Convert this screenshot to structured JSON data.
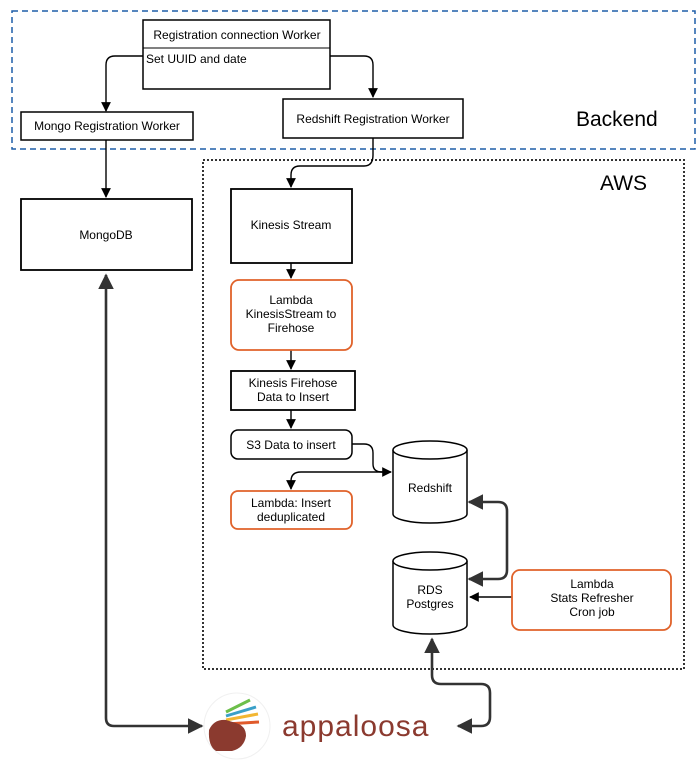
{
  "regions": {
    "backend": "Backend",
    "aws": "AWS"
  },
  "nodes": {
    "registration_worker": "Registration connection Worker",
    "set_uuid": "Set UUID and date",
    "mongo_worker": "Mongo Registration Worker",
    "redshift_worker": "Redshift Registration Worker",
    "mongodb": "MongoDB",
    "kinesis_stream": "Kinesis Stream",
    "lambda_kinesis": [
      "Lambda",
      "KinesisStream to",
      "Firehose"
    ],
    "kinesis_firehose": [
      "Kinesis Firehose",
      "Data to Insert"
    ],
    "s3": "S3 Data to insert",
    "lambda_insert": [
      "Lambda: Insert",
      "deduplicated"
    ],
    "redshift": "Redshift",
    "rds": [
      "RDS",
      "Postgres"
    ],
    "lambda_stats": [
      "Lambda",
      "Stats Refresher",
      "Cron job"
    ]
  },
  "logo": {
    "name": "appaloosa",
    "colors": {
      "text": "#8b3a2f",
      "brown": "#8b3a2f",
      "arrows": [
        "#3aa0c8",
        "#f2b632",
        "#e05a2b",
        "#6cbf4a"
      ]
    }
  },
  "colors": {
    "backend_border": "#1f5fa8",
    "aws_border": "#333333",
    "lambda_border": "#e0622a",
    "box_border": "#000000"
  }
}
